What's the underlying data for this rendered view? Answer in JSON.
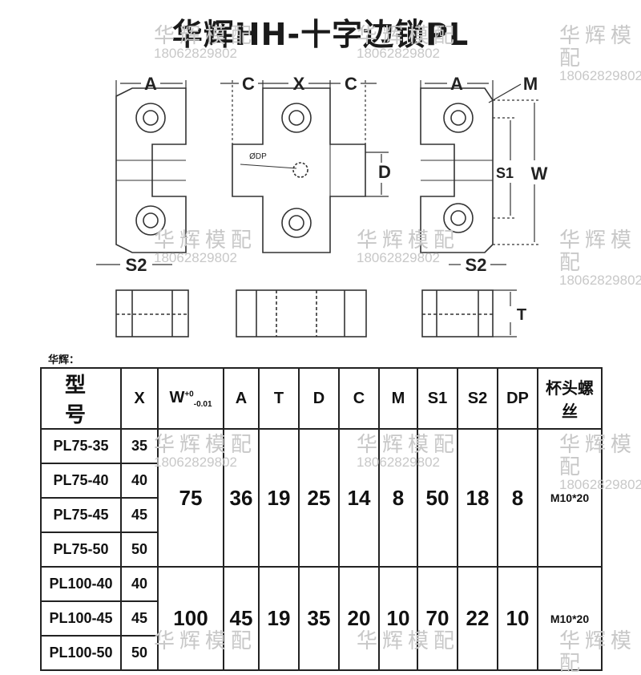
{
  "title": "华辉HH-十字边锁PL",
  "watermark": {
    "text": "华辉模配",
    "phone": "18062829802"
  },
  "drawing_labels": {
    "A": "A",
    "C": "C",
    "X": "X",
    "M": "M",
    "D": "D",
    "S1": "S1",
    "W": "W",
    "S2": "S2",
    "T": "T",
    "DP": "ØDP"
  },
  "table": {
    "caption": "华辉：",
    "headers": {
      "model": "型 号",
      "x": "X",
      "w": "W",
      "w_sup": "+0",
      "w_sub": "-0.01",
      "a": "A",
      "t": "T",
      "d": "D",
      "c": "C",
      "m": "M",
      "s1": "S1",
      "s2": "S2",
      "dp": "DP",
      "screw": "杯头螺丝"
    },
    "group1": {
      "rows": [
        {
          "model": "PL75-35",
          "x": "35"
        },
        {
          "model": "PL75-40",
          "x": "40"
        },
        {
          "model": "PL75-45",
          "x": "45"
        },
        {
          "model": "PL75-50",
          "x": "50"
        }
      ],
      "w": "75",
      "a": "36",
      "t": "19",
      "d": "25",
      "c": "14",
      "m": "8",
      "s1": "50",
      "s2": "18",
      "dp": "8",
      "screw": "M10*20"
    },
    "group2": {
      "rows": [
        {
          "model": "PL100-40",
          "x": "40"
        },
        {
          "model": "PL100-45",
          "x": "45"
        },
        {
          "model": "PL100-50",
          "x": "50"
        }
      ],
      "w": "100",
      "a": "45",
      "t": "19",
      "d": "35",
      "c": "20",
      "m": "10",
      "s1": "70",
      "s2": "22",
      "dp": "10",
      "screw": "M10*20"
    }
  }
}
